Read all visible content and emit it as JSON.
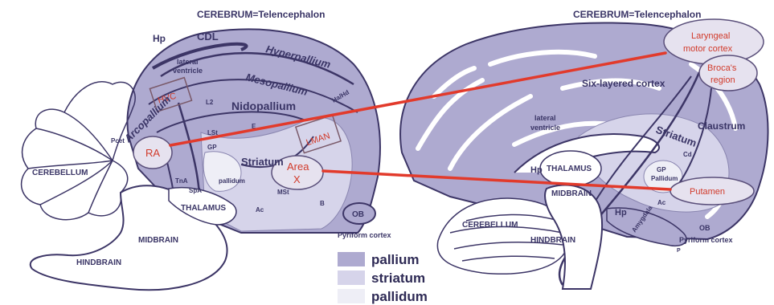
{
  "colors": {
    "pallium": "#aeaad0",
    "striatum": "#d6d4ea",
    "pallidum": "#eeeef6",
    "outline": "#3c3566",
    "connection": "#e23a2b",
    "highlight_fill": "#e6e2ef",
    "highlight_stroke": "#5a4f7a",
    "red_text": "#d13a2a"
  },
  "bird_brain": {
    "title": "CEREBRUM=Telencephalon",
    "labels": {
      "hp": "Hp",
      "cdl": "CDL",
      "hyperpallium": "Hyperpallium",
      "lateral_ventricle_1": "lateral",
      "lateral_ventricle_2": "ventricle",
      "mesopallium": "Mesopallium",
      "hvc": "HVC",
      "l2": "L2",
      "nidopallium": "Nidopallium",
      "hahd": "Ha/Hd",
      "arcopallium": "Arcopallium",
      "ra": "RA",
      "lmani": "LMAN",
      "lst": "LSt",
      "gp": "GP",
      "e": "E",
      "striatum": "Striatum",
      "area_x_1": "Area",
      "area_x_2": "X",
      "pallidum": "pallidum",
      "tna": "TnA",
      "spa": "SpA",
      "pcet": "Pcet",
      "cerebellum": "CEREBELLUM",
      "thalamus": "THALAMUS",
      "ac": "Ac",
      "mst": "MSt",
      "b": "B",
      "ob": "OB",
      "pyriform": "Pyriform cortex",
      "midbrain": "MIDBRAIN",
      "hindbrain": "HINDBRAIN"
    }
  },
  "human_brain": {
    "title": "CEREBRUM=Telencephalon",
    "labels": {
      "laryngeal_1": "Laryngeal",
      "laryngeal_2": "motor cortex",
      "brocas_1": "Broca's",
      "brocas_2": "region",
      "six_layered": "Six-layered cortex",
      "lateral_ventricle_1": "lateral",
      "lateral_ventricle_2": "ventricle",
      "striatum": "Striatum",
      "claustrum": "Claustrum",
      "cd": "Cd",
      "thalamus": "THALAMUS",
      "gp": "GP",
      "pallidum": "Pallidum",
      "hp": "Hp",
      "putamen": "Putamen",
      "midbrain": "MIDBRAIN",
      "ac": "Ac",
      "cerebellum": "CEREBELLUM",
      "hindbrain": "HINDBRAIN",
      "hp2": "Hp",
      "amygdala": "Amygdala",
      "ob": "OB",
      "pyriform": "Pyriform cortex",
      "p": "P"
    }
  },
  "legend": {
    "items": [
      {
        "label": "pallium",
        "color_key": "pallium"
      },
      {
        "label": "striatum",
        "color_key": "striatum"
      },
      {
        "label": "pallidum",
        "color_key": "pallidum"
      }
    ]
  }
}
